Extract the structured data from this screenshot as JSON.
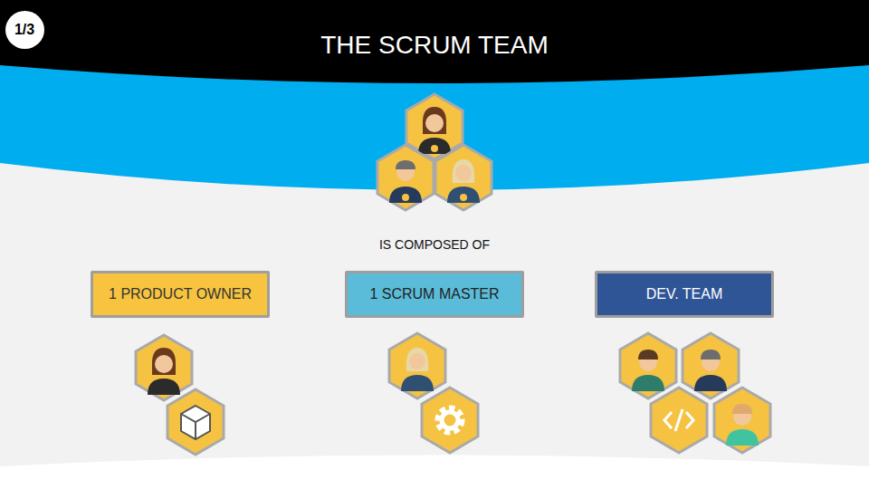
{
  "diagram": {
    "title": "THE SCRUM TEAM",
    "nodes": [
      {
        "text": [
          "1/3"
        ]
      },
      {
        "text": [
          "1 PRODUCT OWNER"
        ]
      },
      {
        "text": [
          "1 SCRUM MASTER"
        ]
      },
      {
        "text": [
          "DEV. TEAM"
        ]
      }
    ],
    "labels": [
      "IS COMPOSED OF"
    ]
  }
}
